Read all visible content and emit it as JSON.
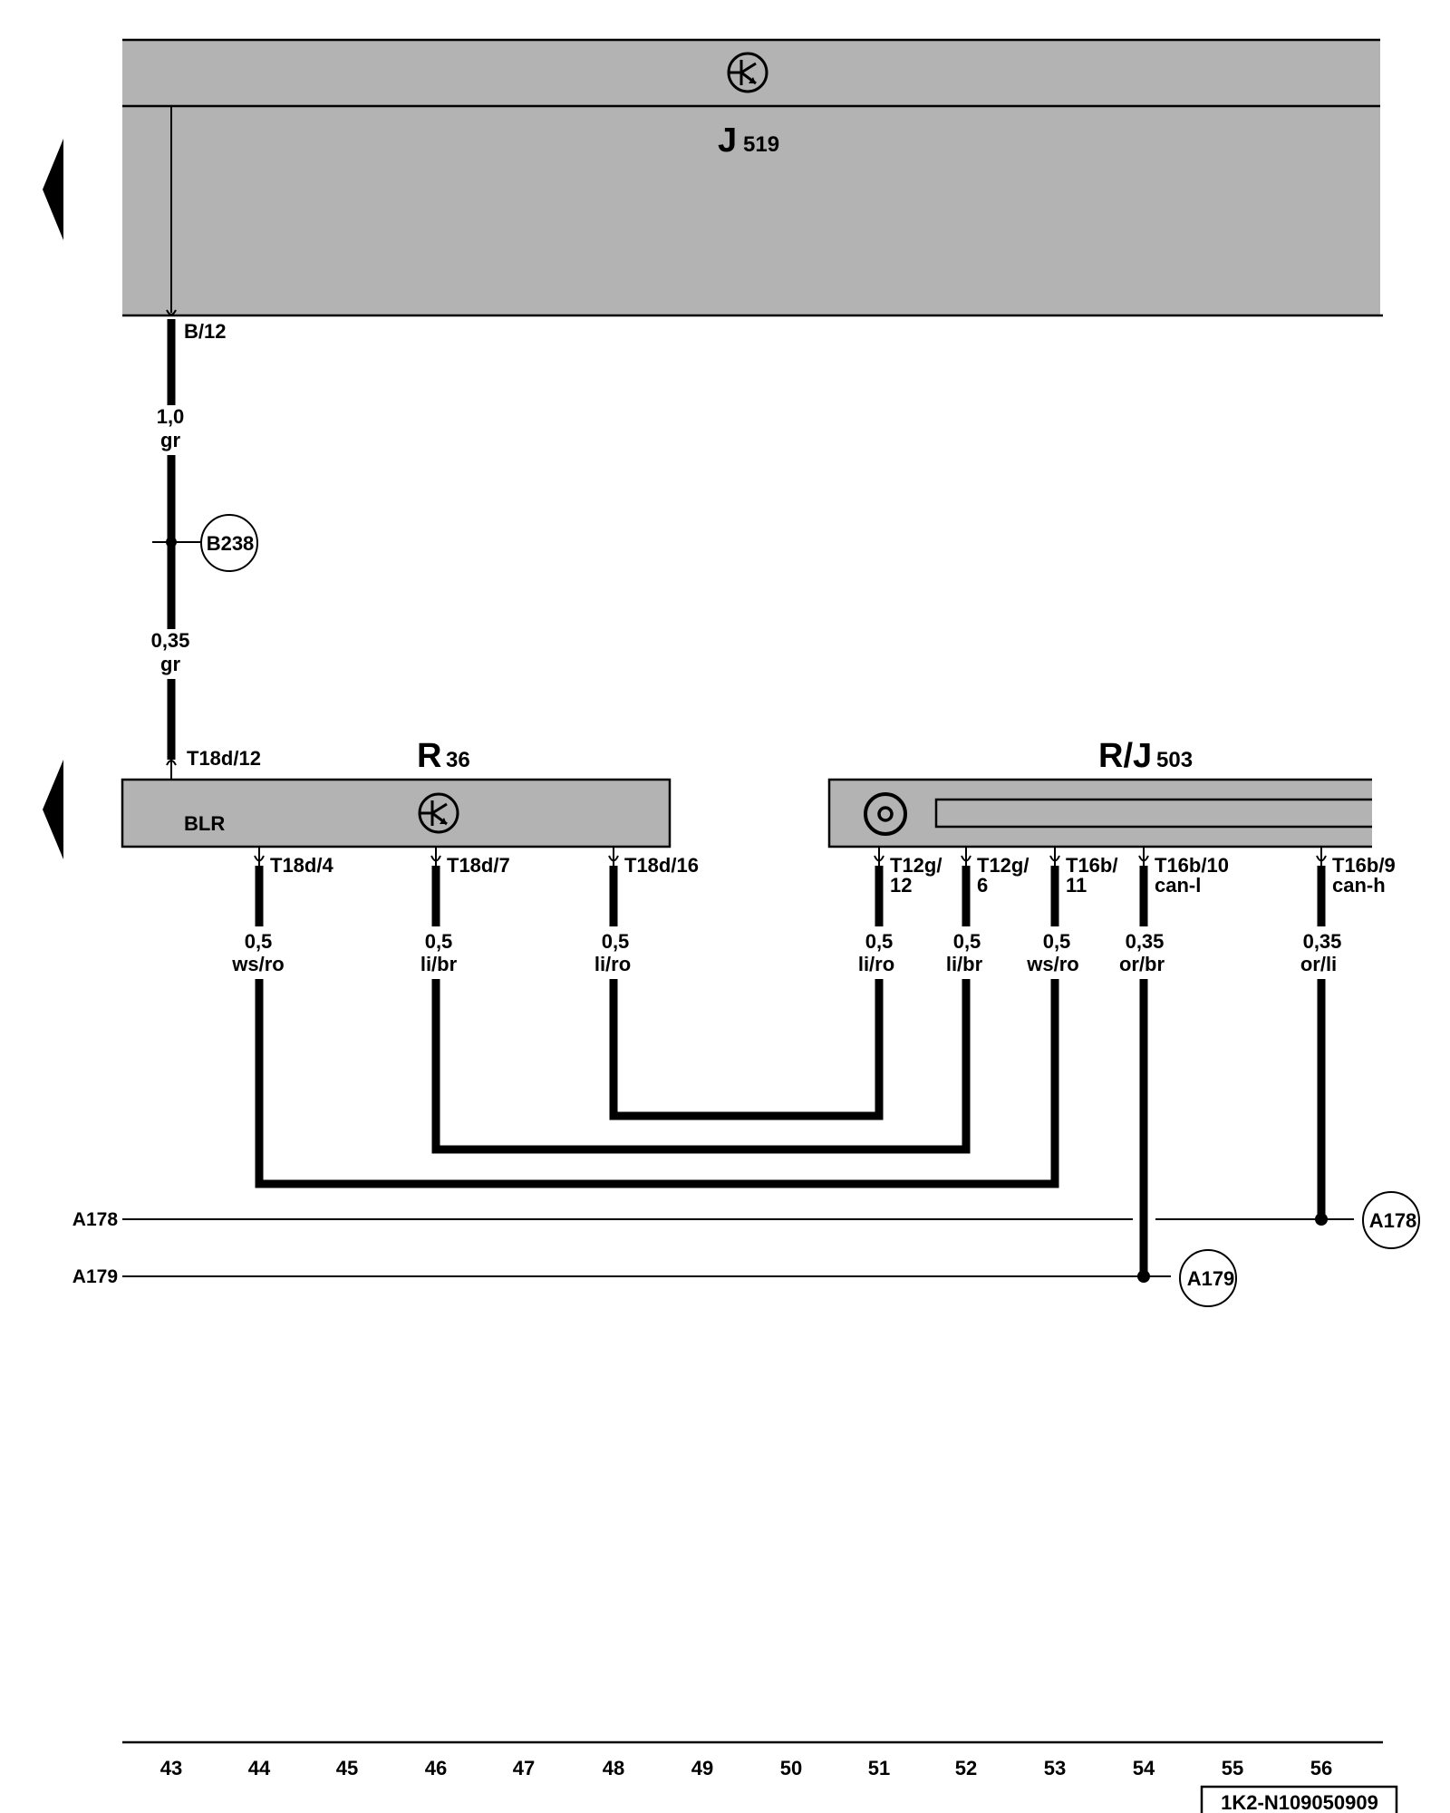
{
  "components": {
    "j519": {
      "letter": "J",
      "number": "519"
    },
    "r36": {
      "letter": "R",
      "number": "36",
      "inner_label": "BLR"
    },
    "rj503": {
      "letter": "R/J",
      "number": "503"
    }
  },
  "connectors": {
    "b12": "B/12",
    "t18d12": "T18d/12",
    "t18d4": "T18d/4",
    "t18d7": "T18d/7",
    "t18d16": "T18d/16",
    "t12g12_a": "T12g/",
    "t12g12_b": "12",
    "t12g6_a": "T12g/",
    "t12g6_b": "6",
    "t16b11_a": "T16b/",
    "t16b11_b": "11",
    "t16b10_a": "T16b/10",
    "t16b10_b": "can-l",
    "t16b9_a": "T16b/9",
    "t16b9_b": "can-h"
  },
  "wires": {
    "w_top_size": "1,0",
    "w_top_color": "gr",
    "w_mid_size": "0,35",
    "w_mid_color": "gr",
    "w44_size": "0,5",
    "w44_color": "ws/ro",
    "w46_size": "0,5",
    "w46_color": "li/br",
    "w48_size": "0,5",
    "w48_color": "li/ro",
    "w51_size": "0,5",
    "w51_color": "li/ro",
    "w52_size": "0,5",
    "w52_color": "li/br",
    "w53_size": "0,5",
    "w53_color": "ws/ro",
    "w54_size": "0,35",
    "w54_color": "or/br",
    "w56_size": "0,35",
    "w56_color": "or/li"
  },
  "nodes": {
    "b238": "B238",
    "a178_left": "A178",
    "a179_left": "A179",
    "a178_right": "A178",
    "a179_right": "A179"
  },
  "ruler": [
    "43",
    "44",
    "45",
    "46",
    "47",
    "48",
    "49",
    "50",
    "51",
    "52",
    "53",
    "54",
    "55",
    "56"
  ],
  "doc_code": "1K2-N109050909",
  "icons": {
    "control_unit_symbol": "transistor-in-circle-icon",
    "mirror_symbol": "double-circle-icon",
    "page_arrow": "left-triangle-arrow-icon"
  }
}
